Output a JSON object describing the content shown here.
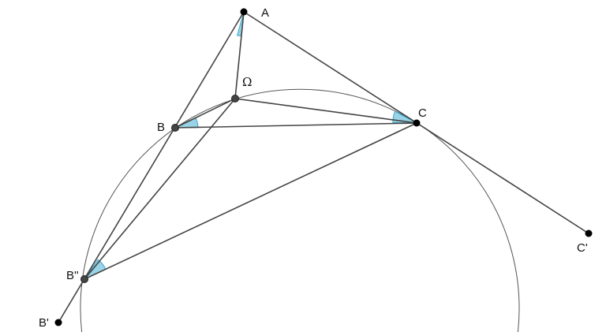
{
  "labels": {
    "A": "A",
    "B": "B",
    "C": "C",
    "omega": "Ω",
    "B_prime": "B'",
    "B_double_prime": "B''",
    "C_prime": "C'"
  },
  "colors": {
    "angle_fill": "#7fc8e0",
    "lines": "#444444",
    "points": "#000000"
  }
}
